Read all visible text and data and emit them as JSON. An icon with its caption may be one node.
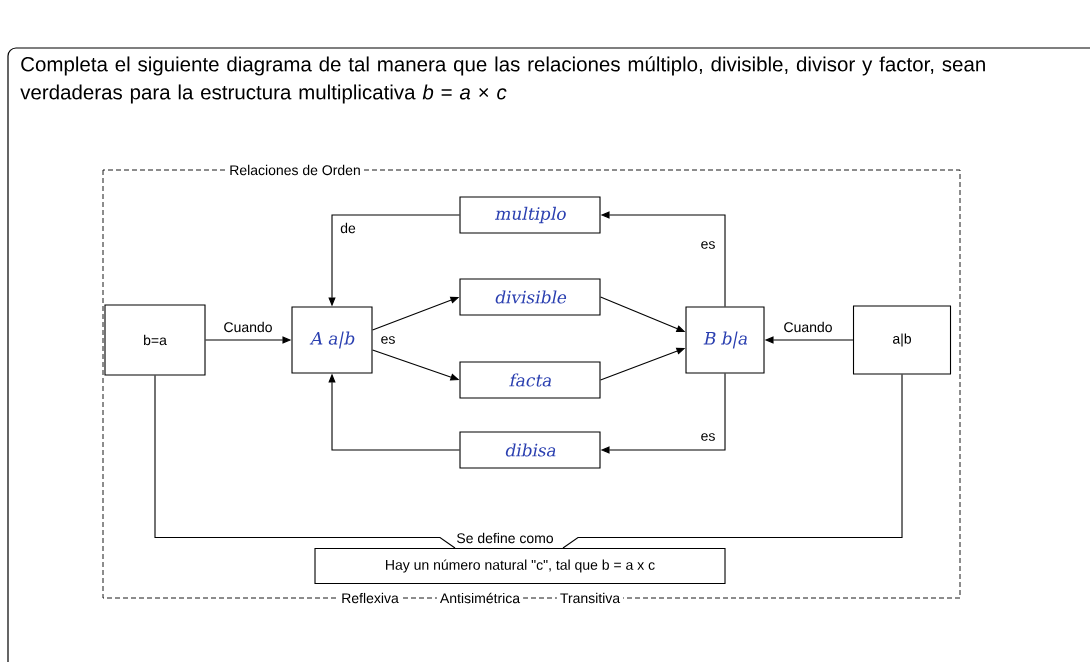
{
  "diagram": {
    "title": "Completa el siguiente diagrama de tal manera que las relaciones múltiplo, divisible, divisor y factor, sean verdaderas para la estructura multiplicativa *b* = *a* × *c*",
    "nodes": [
      {
        "text": [
          "Relaciones de Orden",
          "Reflexiva",
          "Antisimétrica",
          "Transitiva"
        ]
      },
      {
        "text": [
          "b=a"
        ],
        "in": 0
      },
      {
        "text": [
          "A a|b"
        ],
        "in": 0
      },
      {
        "text": [
          "multiplo"
        ],
        "in": 0
      },
      {
        "text": [
          "divisible"
        ],
        "in": 0
      },
      {
        "text": [
          "facta"
        ],
        "in": 0
      },
      {
        "text": [
          "dibisa"
        ],
        "in": 0
      },
      {
        "text": [
          "B b|a"
        ],
        "in": 0
      },
      {
        "text": [
          "a|b"
        ],
        "in": 0
      },
      {
        "text": [
          "Hay un número natural \"c\", tal que  b = a x c"
        ],
        "in": 0
      }
    ],
    "edges": [
      {
        "from": 1,
        "to": 2,
        "arrow": "to",
        "label": "Cuando"
      },
      {
        "from": 2,
        "to": 4,
        "arrow": "to",
        "label": "es"
      },
      {
        "from": 2,
        "to": 5,
        "arrow": "to"
      },
      {
        "from": 4,
        "to": 7,
        "arrow": "to"
      },
      {
        "from": 5,
        "to": 7,
        "arrow": "to"
      },
      {
        "from": 8,
        "to": 7,
        "arrow": "to",
        "label": "Cuando"
      },
      {
        "from": 7,
        "to": 3,
        "arrow": "to",
        "label": "es"
      },
      {
        "from": 3,
        "to": 2,
        "arrow": "to",
        "label": "de"
      },
      {
        "from": 7,
        "to": 6,
        "arrow": "to",
        "label": "es"
      },
      {
        "from": 6,
        "to": 2,
        "arrow": "to"
      },
      {
        "from": 1,
        "to": 9,
        "arrow": "none",
        "label": "Se define como"
      },
      {
        "from": 8,
        "to": 9,
        "arrow": "none"
      }
    ]
  }
}
